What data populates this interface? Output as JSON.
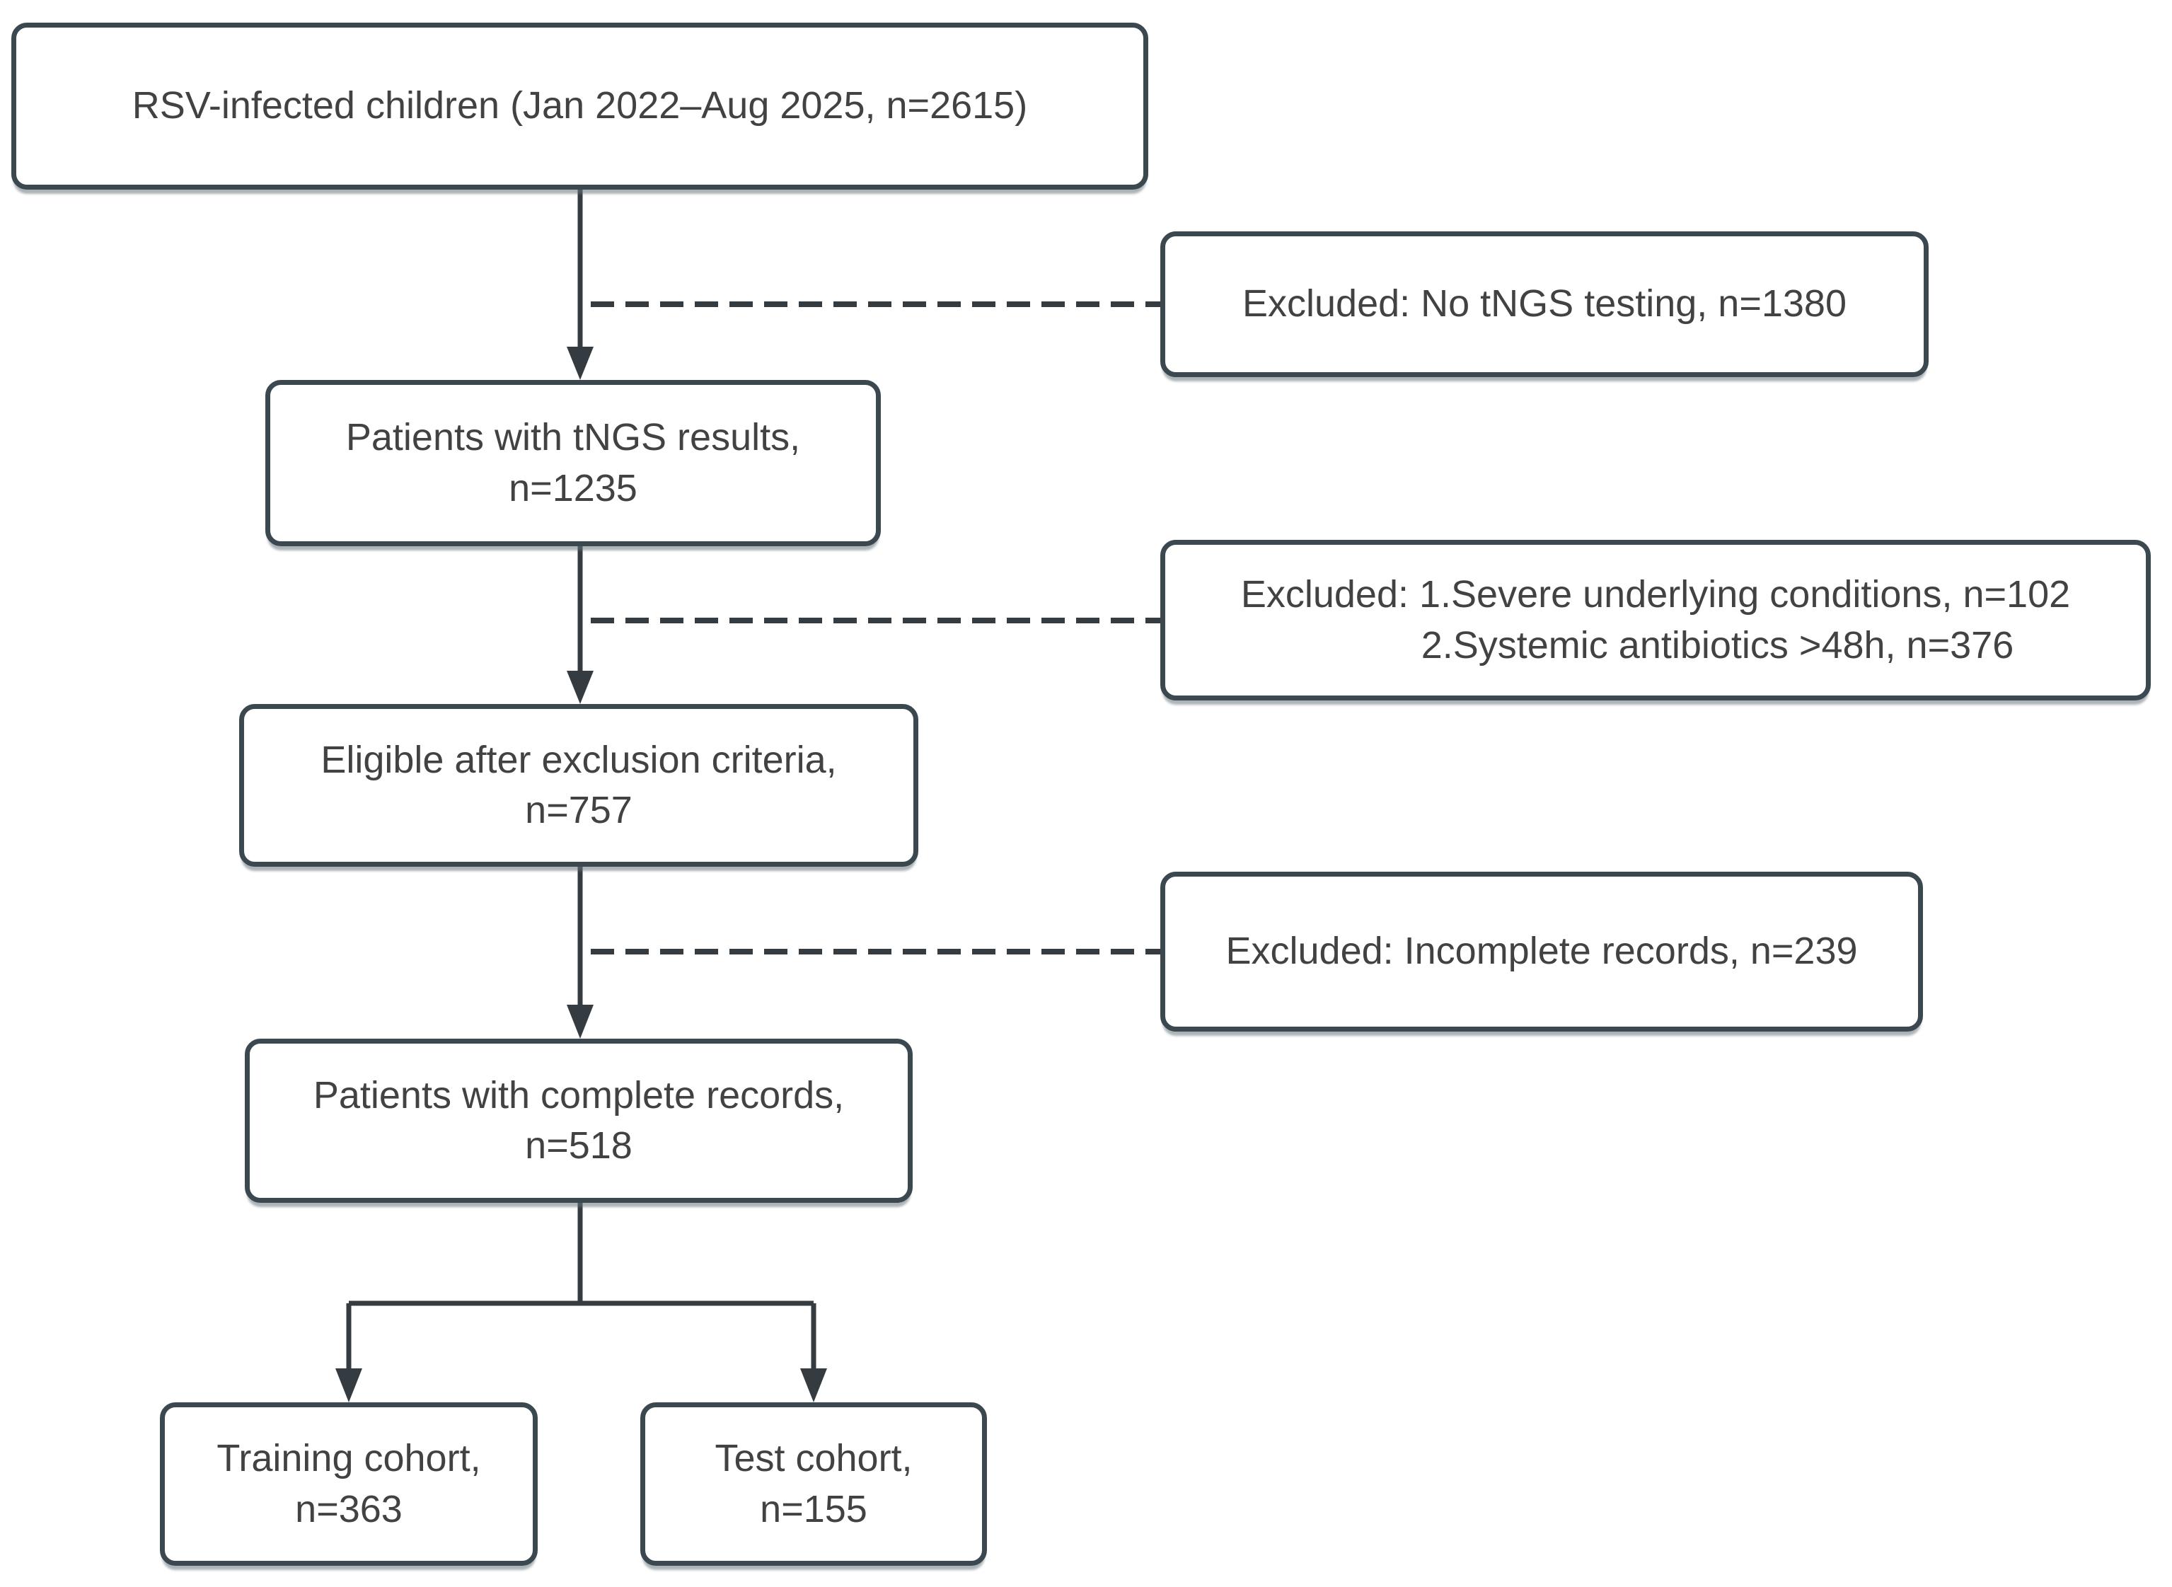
{
  "diagram_type": "patient-flow-diagram",
  "nodes": {
    "enrolled": {
      "label": "RSV-infected children (Jan 2022–Aug 2025, n=2615)"
    },
    "tngs_results": {
      "line1": "Patients with tNGS results,",
      "line2": "n=1235"
    },
    "eligible": {
      "line1": "Eligible after exclusion criteria,",
      "line2": "n=757"
    },
    "complete_records": {
      "line1": "Patients with complete records,",
      "line2": "n=518"
    },
    "training_cohort": {
      "line1": "Training cohort,",
      "line2": "n=363"
    },
    "test_cohort": {
      "line1": "Test cohort,",
      "line2": "n=155"
    }
  },
  "exclusions": {
    "no_tngs": {
      "label": "Excluded: No tNGS testing, n=1380"
    },
    "criteria": {
      "line1": "Excluded: 1.Severe underlying conditions, n=102",
      "line2": "2.Systemic antibiotics >48h, n=376"
    },
    "incomplete": {
      "label": "Excluded: Incomplete records, n=239"
    }
  },
  "edges": [
    {
      "from": "enrolled",
      "to": "tngs_results",
      "style": "solid-arrow"
    },
    {
      "branch_of": "enrolled→tngs_results",
      "to": "no_tngs",
      "style": "dashed"
    },
    {
      "from": "tngs_results",
      "to": "eligible",
      "style": "solid-arrow"
    },
    {
      "branch_of": "tngs_results→eligible",
      "to": "criteria",
      "style": "dashed"
    },
    {
      "from": "eligible",
      "to": "complete_records",
      "style": "solid-arrow"
    },
    {
      "branch_of": "eligible→complete_records",
      "to": "incomplete",
      "style": "dashed"
    },
    {
      "from": "complete_records",
      "to": "training_cohort",
      "style": "solid-arrow"
    },
    {
      "from": "complete_records",
      "to": "test_cohort",
      "style": "solid-arrow"
    }
  ],
  "colors": {
    "box_border": "#3c4850",
    "text": "#424242",
    "line": "#343c42",
    "background": "#ffffff"
  }
}
